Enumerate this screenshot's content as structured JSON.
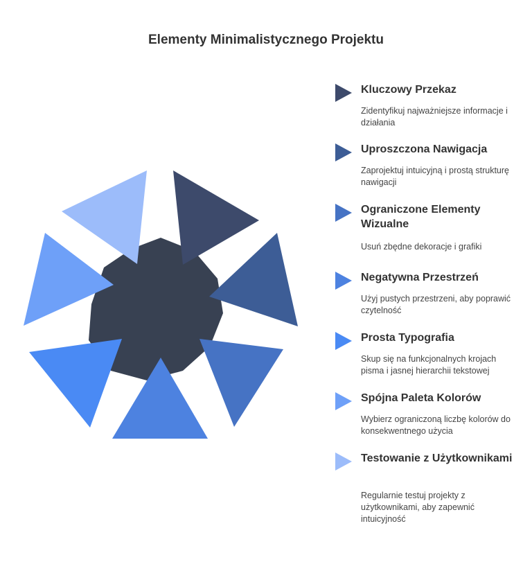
{
  "title": "Elementy Minimalistycznego Projektu",
  "colors": {
    "hub": "#384152",
    "shades": [
      "#3d4a6b",
      "#3d5d96",
      "#4673c4",
      "#4d82e0",
      "#4a8af4",
      "#6ea0f8",
      "#9cbcfa"
    ]
  },
  "items": [
    {
      "title": "Kluczowy Przekaz",
      "description": "Zidentyfikuj najważniejsze informacje i działania"
    },
    {
      "title": "Uproszczona Nawigacja",
      "description": "Zaprojektuj intuicyjną i prostą strukturę nawigacji"
    },
    {
      "title": "Ograniczone Elementy Wizualne",
      "description": "Usuń zbędne dekoracje i grafiki"
    },
    {
      "title": "Negatywna Przestrzeń",
      "description": "Użyj pustych przestrzeni, aby poprawić czytelność"
    },
    {
      "title": "Prosta Typografia",
      "description": "Skup się na funkcjonalnych krojach pisma i jasnej hierarchii tekstowej"
    },
    {
      "title": "Spójna Paleta Kolorów",
      "description": "Wybierz ograniczoną liczbę kolorów do konsekwentnego użycia"
    },
    {
      "title": "Testowanie z Użytkownikami",
      "description": "Regularnie testuj projekty z użytkownikami, aby zapewnić intuicyjność"
    }
  ]
}
